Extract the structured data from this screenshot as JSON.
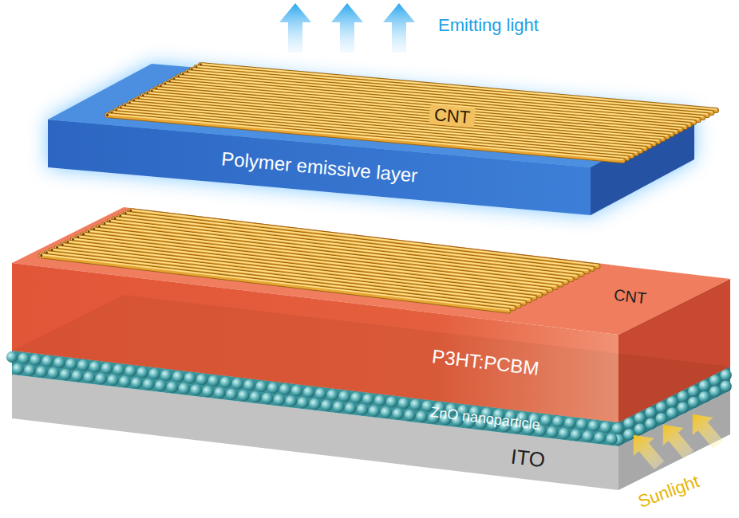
{
  "diagram": {
    "nodes": [
      {
        "text": [
          "CNT"
        ]
      },
      {
        "text": [
          "Polymer emissive layer"
        ]
      },
      {
        "text": [
          "CNT"
        ]
      },
      {
        "text": [
          "P3HT:PCBM"
        ]
      },
      {
        "text": [
          "ZnO nanoparticle"
        ]
      },
      {
        "text": [
          "ITO"
        ]
      }
    ],
    "labels": [
      "Emitting light",
      "Sunlight"
    ]
  }
}
